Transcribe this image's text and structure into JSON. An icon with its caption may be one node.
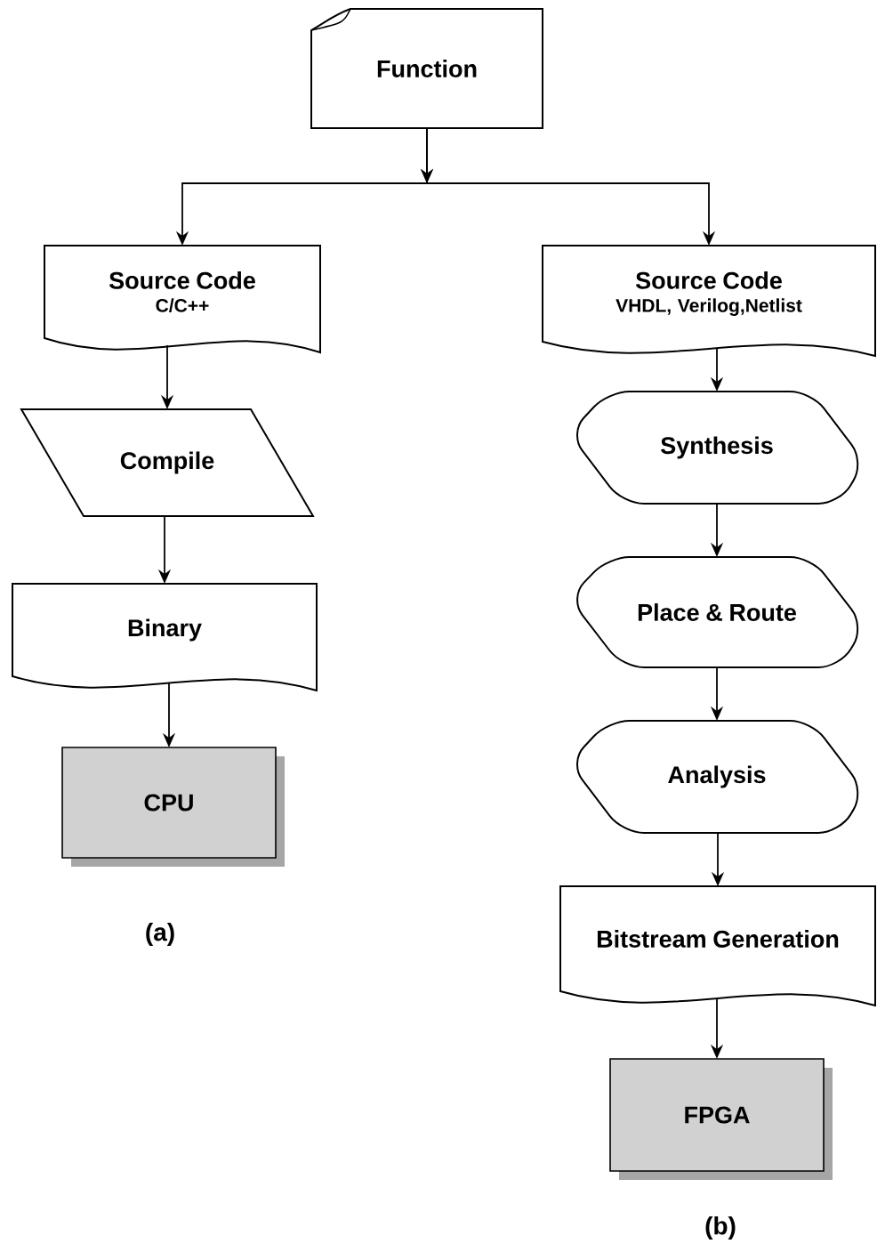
{
  "diagram": {
    "nodes": [
      {
        "text": [
          "Function"
        ]
      },
      {
        "text": [
          "Source Code",
          "C/C++"
        ]
      },
      {
        "text": [
          "Source Code",
          "VHDL, Verilog,Netlist"
        ]
      },
      {
        "text": [
          "Compile"
        ]
      },
      {
        "text": [
          "Binary"
        ]
      },
      {
        "text": [
          "CPU"
        ]
      },
      {
        "text": [
          "Synthesis"
        ]
      },
      {
        "text": [
          "Place & Route"
        ]
      },
      {
        "text": [
          "Analysis"
        ]
      },
      {
        "text": [
          "Bitstream Generation"
        ]
      },
      {
        "text": [
          "FPGA"
        ]
      }
    ],
    "edges": [
      {
        "from": 0,
        "to": 1,
        "arrow": "to"
      },
      {
        "from": 0,
        "to": 2,
        "arrow": "to"
      },
      {
        "from": 1,
        "to": 3,
        "arrow": "to"
      },
      {
        "from": 3,
        "to": 4,
        "arrow": "to"
      },
      {
        "from": 4,
        "to": 5,
        "arrow": "to"
      },
      {
        "from": 2,
        "to": 6,
        "arrow": "to"
      },
      {
        "from": 6,
        "to": 7,
        "arrow": "to"
      },
      {
        "from": 7,
        "to": 8,
        "arrow": "to"
      },
      {
        "from": 8,
        "to": 9,
        "arrow": "to"
      },
      {
        "from": 9,
        "to": 10,
        "arrow": "to"
      }
    ],
    "labels": [
      "(a)",
      "(b)"
    ]
  }
}
